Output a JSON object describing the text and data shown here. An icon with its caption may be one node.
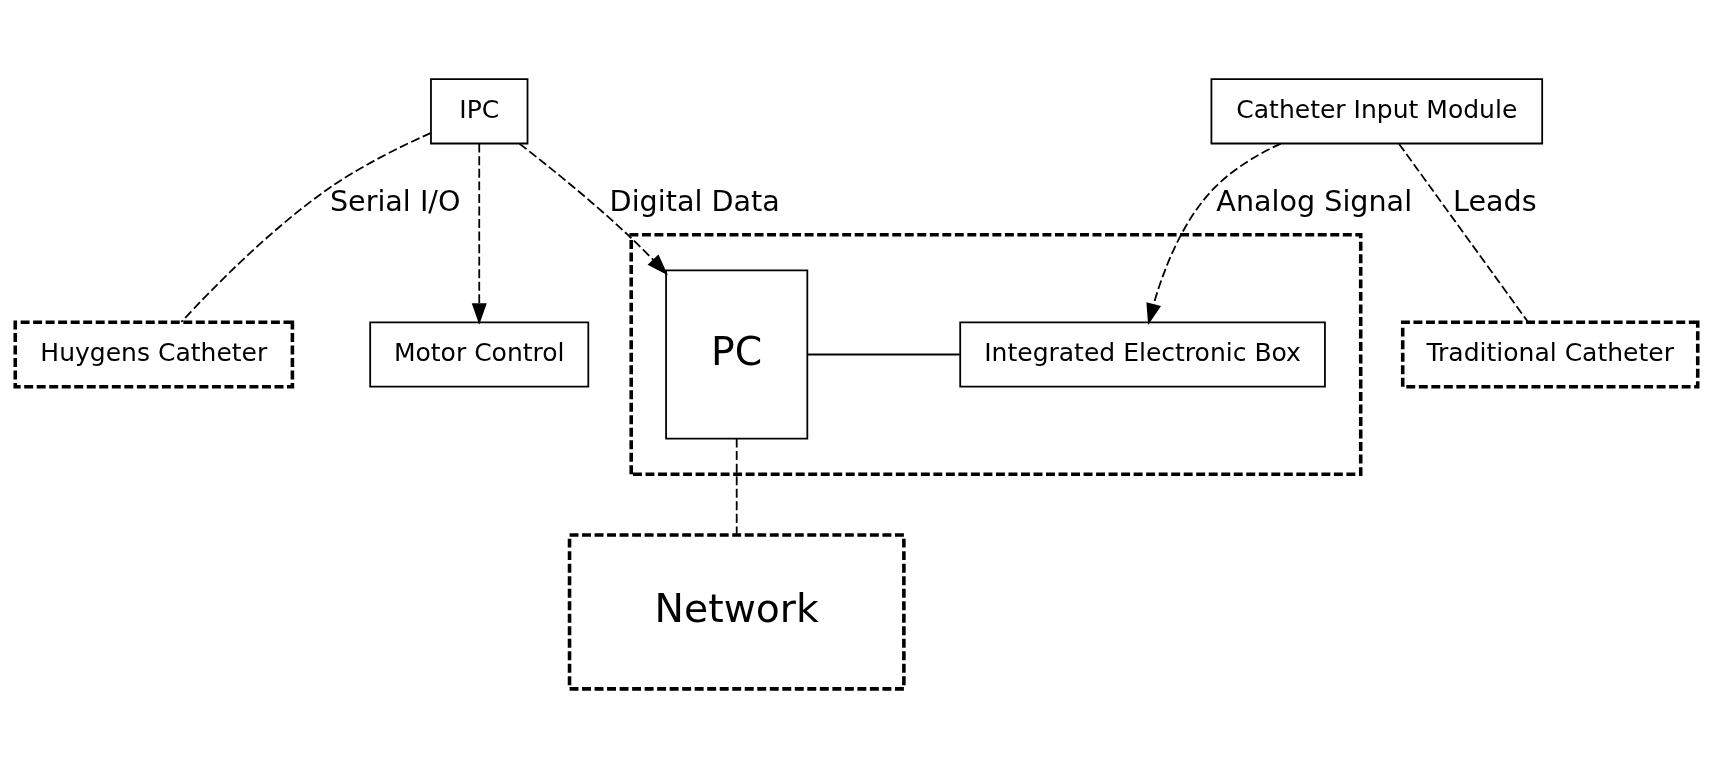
{
  "diagram": {
    "nodes": [
      {
        "text": [
          "IPC"
        ]
      },
      {
        "text": [],
        "shape": "box"
      },
      {
        "text": [
          "PC"
        ],
        "in": 1
      },
      {
        "text": [
          "Integrated Electronic Box"
        ],
        "in": 1
      },
      {
        "text": [
          "Motor Control"
        ]
      },
      {
        "text": [
          "Traditional Catheter"
        ]
      },
      {
        "text": [
          "Huygens Catheter"
        ]
      },
      {
        "text": [
          "Network"
        ]
      },
      {
        "text": [
          "Catheter Input Module"
        ]
      }
    ],
    "edges": [
      {
        "from": 0,
        "to": 2,
        "arrow": "to",
        "style": "dashed",
        "label": "Digital Data"
      },
      {
        "from": 0,
        "to": 4,
        "arrow": "to",
        "style": "dashed"
      },
      {
        "from": 0,
        "to": 6,
        "arrow": "none",
        "style": "dashed",
        "label": "Serial I/O"
      },
      {
        "from": 2,
        "to": 3,
        "arrow": "none"
      },
      {
        "from": 2,
        "to": 7,
        "arrow": "none",
        "style": "dashed"
      },
      {
        "from": 8,
        "to": 3,
        "arrow": "to",
        "style": "dashed",
        "label": "Analog Signal"
      },
      {
        "from": 8,
        "to": 5,
        "arrow": "none",
        "style": "dashed",
        "label": "Leads"
      }
    ]
  }
}
